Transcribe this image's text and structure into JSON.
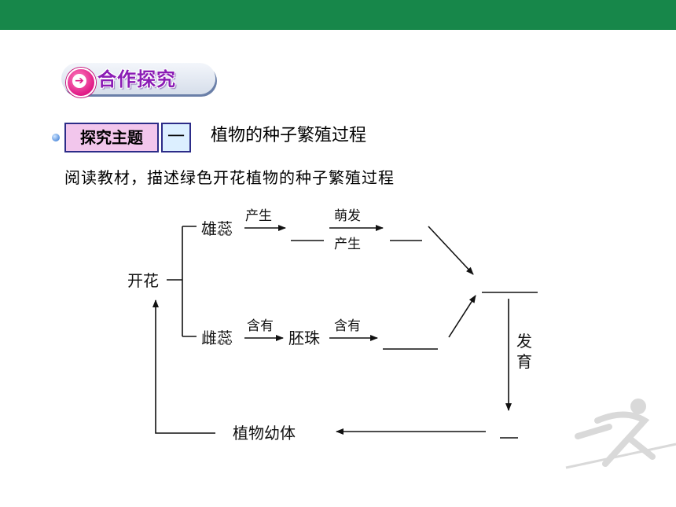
{
  "header": {
    "section_title": "合作探究",
    "icon": "arrow-right-circle-icon"
  },
  "topic": {
    "label": "探究主题",
    "number": "一",
    "title": "植物的种子繁殖过程"
  },
  "instruction": "阅读教材，描述绿色开花植物的种子繁殖过程",
  "diagram": {
    "start": "开花",
    "stamen": "雄蕊",
    "pistil": "雌蕊",
    "ovule": "胚珠",
    "seedling": "植物幼体",
    "edge_produce_1": "产生",
    "edge_germinate": "萌发",
    "edge_produce_2": "产生",
    "edge_contain_1": "含有",
    "edge_contain_2": "含有",
    "edge_develop_1": "发",
    "edge_develop_2": "育",
    "blank": "____"
  },
  "colors": {
    "top_bar": "#17874a",
    "topic_label_bg": "#f2c6ec",
    "section_title": "#8b1cb5"
  }
}
